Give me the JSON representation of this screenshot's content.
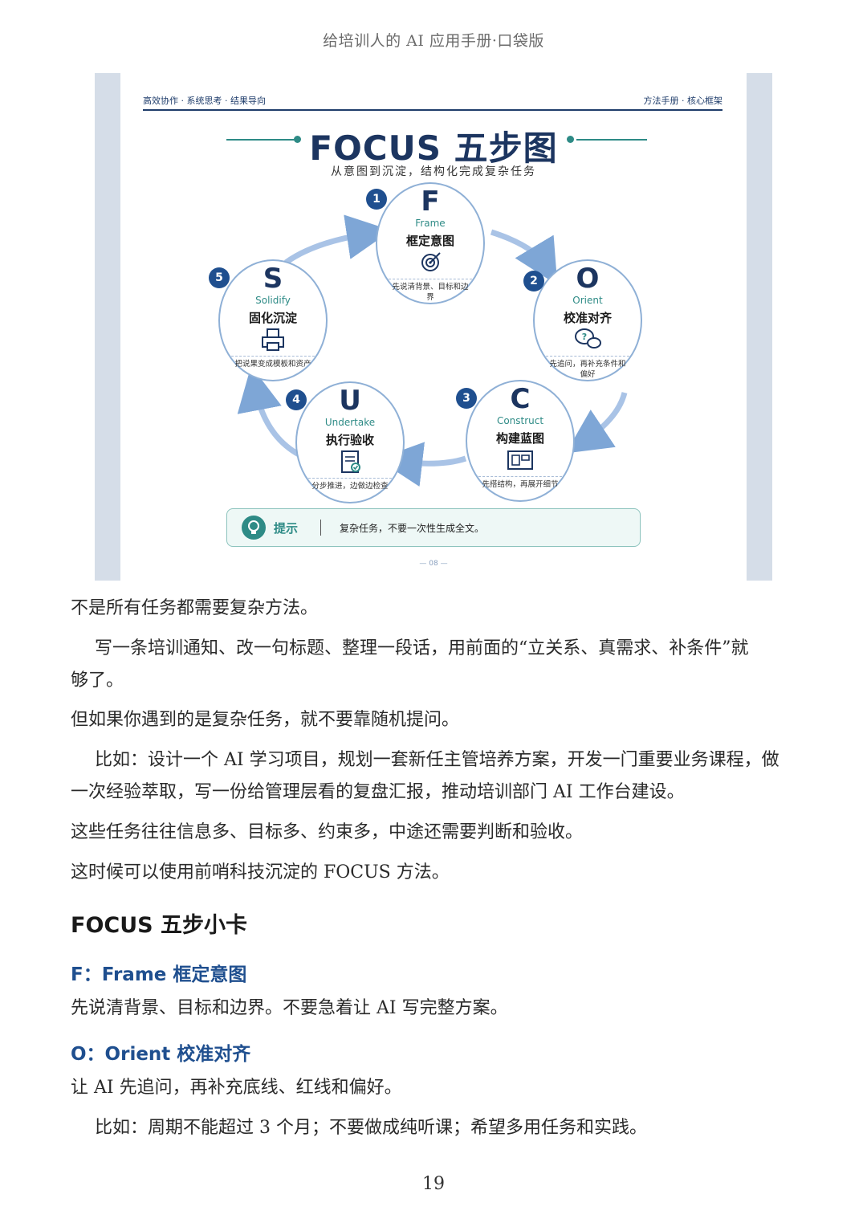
{
  "header": {
    "title": "给培训人的 AI 应用手册·口袋版"
  },
  "figure": {
    "top_left": "高效协作 · 系统思考 · 结果导向",
    "top_right": "方法手册 · 核心框架",
    "title": "FOCUS 五步图",
    "subtitle": "从意图到沉淀，结构化完成复杂任务",
    "steps": [
      {
        "num": "1",
        "letter": "F",
        "en": "Frame",
        "cn": "框定意图",
        "icon": "target-icon",
        "desc": "先说清背景、目标和边界"
      },
      {
        "num": "2",
        "letter": "O",
        "en": "Orient",
        "cn": "校准对齐",
        "icon": "chat-question-icon",
        "desc": "先追问，再补充条件和偏好"
      },
      {
        "num": "3",
        "letter": "C",
        "en": "Construct",
        "cn": "构建蓝图",
        "icon": "blueprint-icon",
        "desc": "先搭结构，再展开细节"
      },
      {
        "num": "4",
        "letter": "U",
        "en": "Undertake",
        "cn": "执行验收",
        "icon": "checklist-icon",
        "desc": "分步推进，边做边检查"
      },
      {
        "num": "5",
        "letter": "S",
        "en": "Solidify",
        "cn": "固化沉淀",
        "icon": "printer-icon",
        "desc": "把说果变成模板和资产"
      }
    ],
    "tip": {
      "label": "提示",
      "text": "复杂任务，不要一次性生成全文。"
    },
    "page": "— 08 —"
  },
  "paragraphs": {
    "p1": "不是所有任务都需要复杂方法。",
    "p2": "写一条培训通知、改一句标题、整理一段话，用前面的“立关系、真需求、补条件”就够了。",
    "p3": "但如果你遇到的是复杂任务，就不要靠随机提问。",
    "p4": "比如：设计一个 AI 学习项目，规划一套新任主管培养方案，开发一门重要业务课程，做一次经验萃取，写一份给管理层看的复盘汇报，推动培训部门 AI 工作台建设。",
    "p5": "这些任务往往信息多、目标多、约束多，中途还需要判断和验收。",
    "p6": "这时候可以使用前哨科技沉淀的 FOCUS 方法。"
  },
  "section": {
    "heading": "FOCUS 五步小卡",
    "f_heading": "F：Frame 框定意图",
    "f_text": "先说清背景、目标和边界。不要急着让 AI 写完整方案。",
    "o_heading": "O：Orient 校准对齐",
    "o_text": "让 AI 先追问，再补充底线、红线和偏好。",
    "o_example": "比如：周期不能超过 3 个月；不要做成纯听课；希望多用任务和实践。"
  },
  "page_number": "19"
}
